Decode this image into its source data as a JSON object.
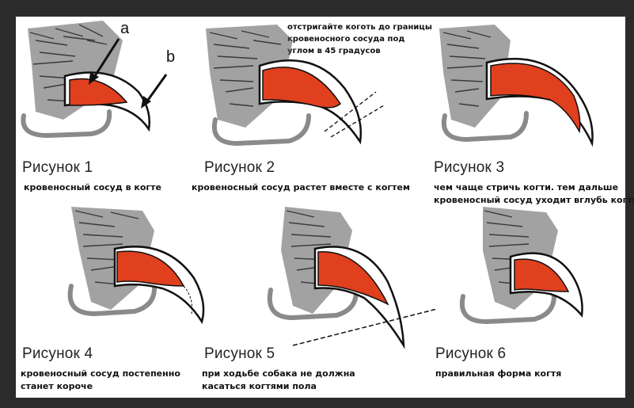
{
  "labels": {
    "a": "a",
    "b": "b"
  },
  "top_note": [
    "отстригайте коготь до границы",
    "кровеносного    сосуда под",
    "углом в 45 градусов"
  ],
  "figures": [
    {
      "title": "Рисунок 1",
      "caption": [
        "кровеносный сосуд в когте"
      ]
    },
    {
      "title": "Рисунок 2",
      "caption": [
        "кровеносный сосуд растет вместе с когтем"
      ]
    },
    {
      "title": "Рисунок 3",
      "caption": [
        "чем чаще стричь когти. тем дальше",
        "кровеносный сосуд уходит вглубь когтя"
      ]
    },
    {
      "title": "Рисунок 4",
      "caption": [
        "кровеносный сосуд постепенно",
        "станет короче"
      ]
    },
    {
      "title": "Рисунок 5",
      "caption": [
        "при ходьбе собака не должна",
        "касаться когтями пола"
      ]
    },
    {
      "title": "Рисунок 6",
      "caption": [
        "правильная форма когтя"
      ]
    }
  ],
  "colors": {
    "quick": "#e0401e",
    "claw_outline": "#111111",
    "fur": "#3a3a3a",
    "pad": "#8a8a8a",
    "background": "#ffffff",
    "frame": "#2b2b2b"
  }
}
